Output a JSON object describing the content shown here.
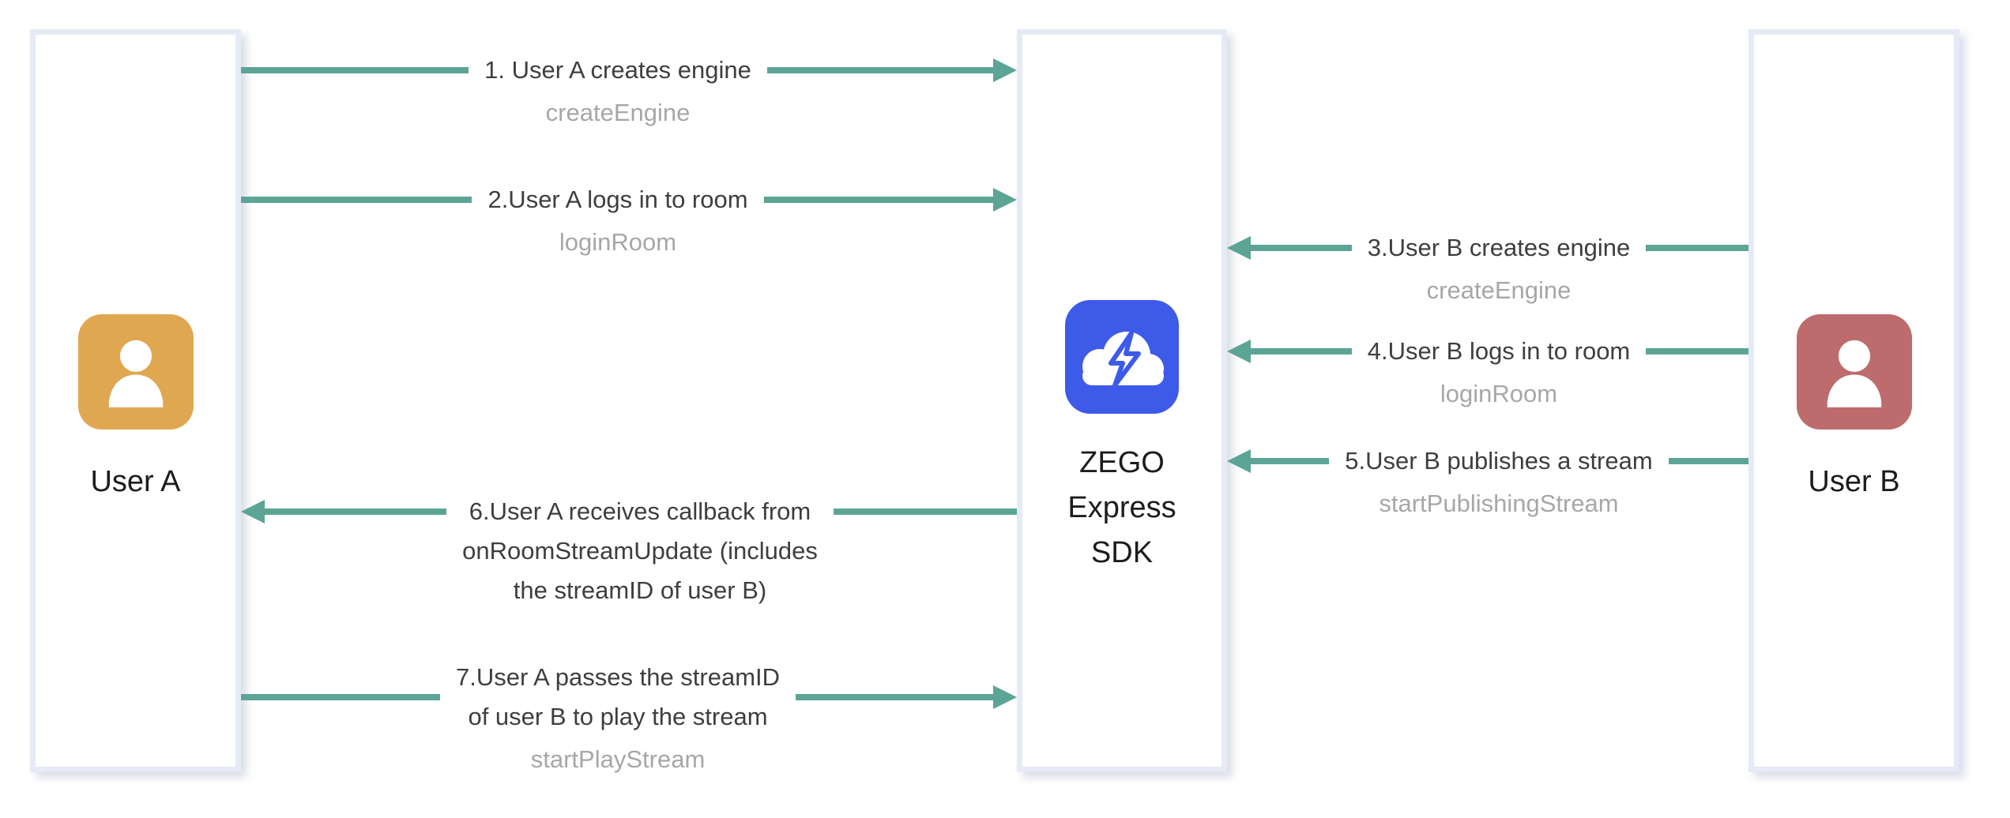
{
  "actors": [
    {
      "id": "user-a",
      "label": "User A",
      "icon": "person-icon",
      "icon_color": "#E0A751"
    },
    {
      "id": "zego-sdk",
      "label": "ZEGO\nExpress\nSDK",
      "icon": "zego-cloud-lightning-icon",
      "icon_color": "#3D5AE9"
    },
    {
      "id": "user-b",
      "label": "User B",
      "icon": "person-icon",
      "icon_color": "#BE6B6D"
    }
  ],
  "messages": [
    {
      "num": "1",
      "label": "1. User A creates engine",
      "api": "createEngine",
      "from": "User A",
      "to": "ZEGO Express SDK",
      "direction": "right"
    },
    {
      "num": "2",
      "label": "2.User A logs in to room",
      "api": "loginRoom",
      "from": "User A",
      "to": "ZEGO Express SDK",
      "direction": "right"
    },
    {
      "num": "3",
      "label": "3.User B creates engine",
      "api": "createEngine",
      "from": "User B",
      "to": "ZEGO Express SDK",
      "direction": "left"
    },
    {
      "num": "4",
      "label": "4.User B logs in to room",
      "api": "loginRoom",
      "from": "User B",
      "to": "ZEGO Express SDK",
      "direction": "left"
    },
    {
      "num": "5",
      "label": "5.User B publishes a stream",
      "api": "startPublishingStream",
      "from": "User B",
      "to": "ZEGO Express SDK",
      "direction": "left"
    },
    {
      "num": "6",
      "label": "6.User A receives callback from\nonRoomStreamUpdate (includes\nthe streamID of user B)",
      "api": "",
      "from": "ZEGO Express SDK",
      "to": "User A",
      "direction": "left"
    },
    {
      "num": "7",
      "label": "7.User A passes the streamID\nof user B to play the stream",
      "api": "startPlayStream",
      "from": "User A",
      "to": "ZEGO Express SDK",
      "direction": "right"
    }
  ],
  "colors": {
    "arrow": "#5CA496",
    "box_border": "#E5EAF6",
    "main_text": "#3E3E3E",
    "api_text": "#A7A7A7",
    "actor_label_text": "#1C1C1C",
    "avatar_user_a": "#E0A751",
    "avatar_user_b": "#BE6B6D",
    "sdk_icon_blue": "#3D5AE9"
  }
}
